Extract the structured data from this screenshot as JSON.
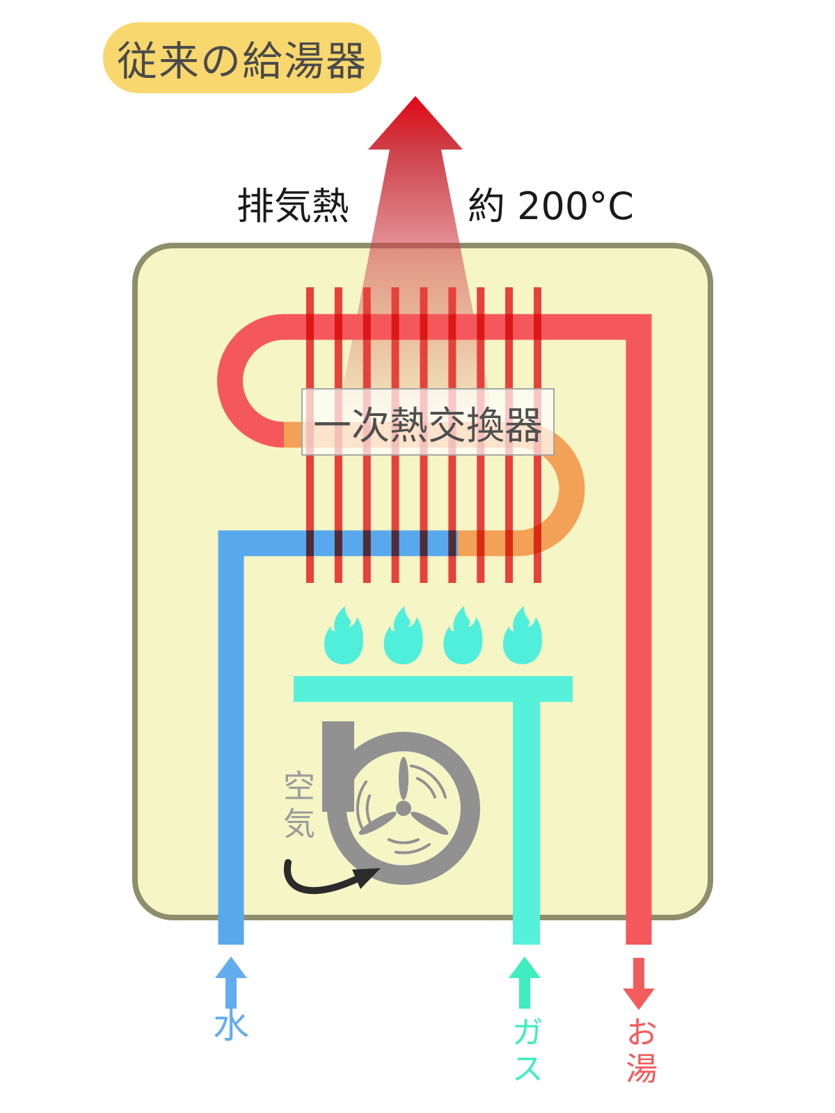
{
  "title_badge": {
    "label": "従来の給湯器",
    "bg": "#F8D76E",
    "text_color": "#4A4A4A"
  },
  "exhaust": {
    "left_label": "排気熱",
    "right_label": "約 200°C",
    "text_color": "#1A1A1A",
    "arrow_top_color": "#E30613",
    "arrow_fade_color": "#CE4049"
  },
  "unit": {
    "fill": "#F5F5C6",
    "border_color": "#8E8E6C"
  },
  "heat_exchanger": {
    "label": "一次熱交換器",
    "label_text_color": "#4F4F4F",
    "fin_count": 9,
    "fin_color": "#E6423A",
    "pipe_hot_color": "#F4585C",
    "pipe_warm_color": "#F2A156",
    "pipe_cold_color": "#58A8EE"
  },
  "burner": {
    "flame_count": 4,
    "flame_color": "#4FEFDB",
    "bar_color": "#55F1DA"
  },
  "fan": {
    "label": "空気",
    "housing_color": "#919191",
    "label_color": "#9C9C9C",
    "arrow_color": "#2B2B2B"
  },
  "ports": {
    "water": {
      "label": "水",
      "color": "#64ACF0",
      "direction": "up"
    },
    "gas": {
      "label": "ガス",
      "color": "#3FEDBE",
      "direction": "up"
    },
    "hot_water": {
      "label": "お湯",
      "color": "#F25C5C",
      "direction": "down"
    }
  }
}
